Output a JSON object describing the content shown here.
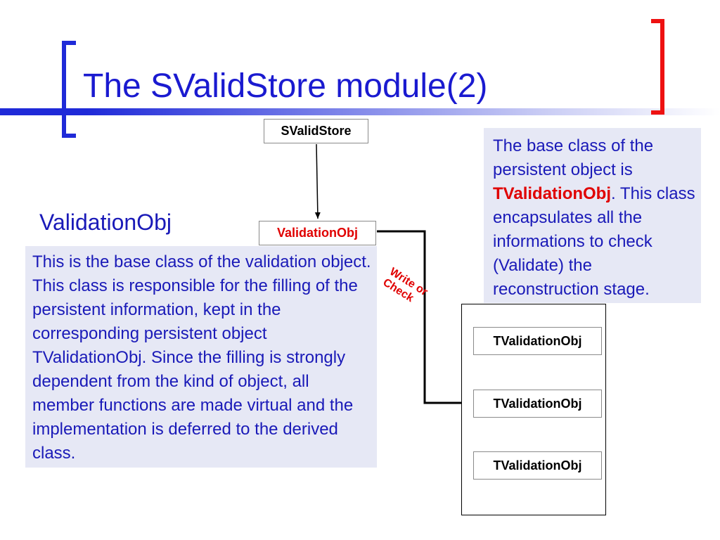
{
  "slide": {
    "title": "The SValidStore module(2)",
    "heading": "ValidationObj",
    "colors": {
      "title": "#1a1ad0",
      "accent_blue": "#1f2ad8",
      "accent_red": "#ee1111",
      "highlight_red": "#e00000",
      "note_background": "#e6e8f5"
    }
  },
  "diagram": {
    "svalidstore_box": "SValidStore",
    "validationobj_box": "ValidationObj",
    "connector_label_line1": "Write or",
    "connector_label_line2": "Check",
    "tvalidation_boxes": [
      "TValidationObj",
      "TValidationObj",
      "TValidationObj"
    ]
  },
  "notes": {
    "left_text": "This is the base class of the validation object. This class is responsible for the filling of the persistent information, kept  in the corresponding  persistent object TValidationObj. Since the filling is strongly dependent from the kind of object, all member functions are made virtual and the implementation is deferred to the derived class.",
    "right_part1": "The base class of the persistent object is ",
    "right_bold": "TValidationObj",
    "right_part2": ". This class encapsulates all the informations to check (Validate) the reconstruction stage."
  }
}
